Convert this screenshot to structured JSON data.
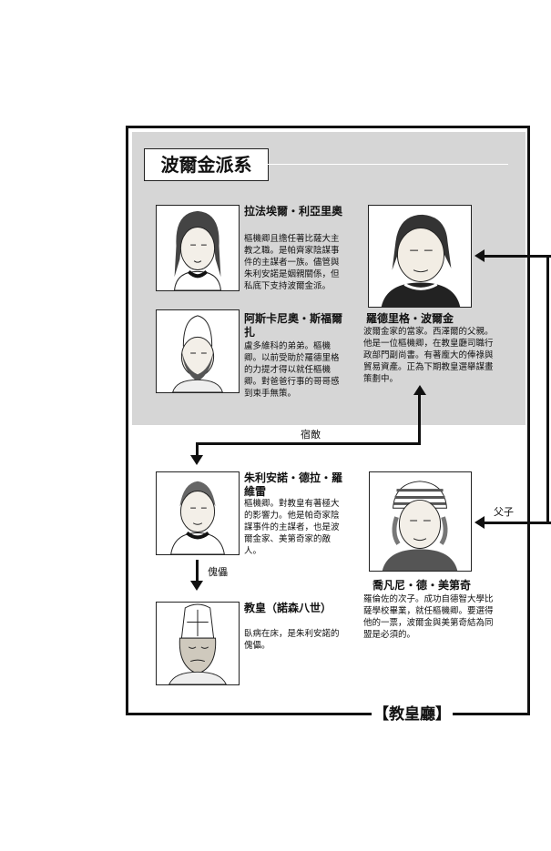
{
  "group": {
    "title": "波爾金派系"
  },
  "people": {
    "raffaele": {
      "name": "拉法埃爾‧利亞里奧",
      "desc": "樞機卿且擔任著比薩大主教之職。是帕齊家陰謀事件的主謀者一族。儘管與朱利安諾是姻親關係，但私底下支持波爾金派。"
    },
    "ascanio": {
      "name": "阿斯卡尼奧‧斯福爾扎",
      "desc": "盧多維科的弟弟。樞機卿。以前受助於羅德里格的力提才得以就任樞機卿。對爸爸行事的哥哥感到束手無策。"
    },
    "rodrigo": {
      "name": "羅德里格‧波爾金",
      "desc": "波爾金家的當家。西澤爾的父親。他是一位樞機卿，在教皇廳司職行政部門副尚書。有著龐大的俸祿與貿易資產。正為下期教皇選舉謀畫策劃中。"
    },
    "giuliano": {
      "name": "朱利安諾‧德拉‧羅維雷",
      "desc": "樞機卿。對教皇有著極大的影響力。他是帕奇家陰謀事件的主謀者，也是波爾金家、美第奇家的敵人。"
    },
    "giovanni": {
      "name": "喬凡尼‧德‧美第奇",
      "desc": "羅倫佐的次子。成功自德智大學比薩學校畢業，就任樞機卿。要選得他的一票，波爾金與美第奇結為同盟是必須的。"
    },
    "pope": {
      "name": "教皇（諾森八世）",
      "desc": "臥病在床，是朱利安諾的傀儡。"
    }
  },
  "relations": {
    "rival": "宿敵",
    "puppet": "傀儡",
    "father_son": "父子"
  },
  "footer": {
    "label": "【教皇廳】"
  }
}
